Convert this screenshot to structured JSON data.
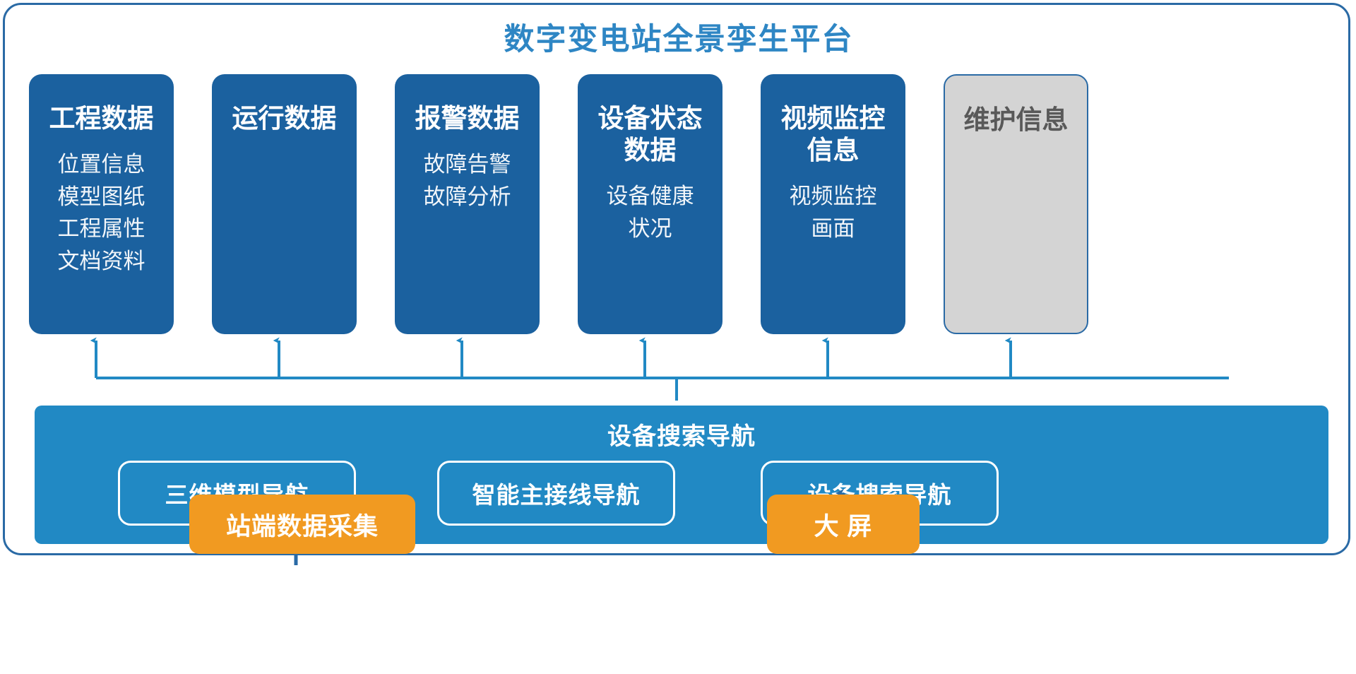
{
  "header": {
    "title": "数字变电站全景孪生平台",
    "title_color": "#2e86c4"
  },
  "colors": {
    "card_blue": "#1b619f",
    "nav_blue": "#2189c4",
    "orange": "#f19a21",
    "muted_gray": "#d4d4d4",
    "frame_border": "#2a6aa5",
    "connector_line": "#2189c4",
    "arrow_bottom": "#2a6aa5"
  },
  "cards": [
    {
      "id": "engineering-data",
      "title": "工程数据",
      "items": [
        "位置信息",
        "模型图纸",
        "工程属性",
        "文档资料"
      ],
      "state": "active"
    },
    {
      "id": "operation-data",
      "title": "运行数据",
      "items": [],
      "state": "active"
    },
    {
      "id": "alarm-data",
      "title": "报警数据",
      "items": [
        "故障告警",
        "故障分析"
      ],
      "state": "active"
    },
    {
      "id": "device-status-data",
      "title": "设备状态\n数据",
      "items": [
        "设备健康",
        "状况"
      ],
      "state": "active"
    },
    {
      "id": "video-monitor-info",
      "title": "视频监控\n信息",
      "items": [
        "视频监控",
        "画面"
      ],
      "state": "active"
    },
    {
      "id": "maintenance-info",
      "title": "维护信息",
      "items": [],
      "state": "muted"
    }
  ],
  "nav_band": {
    "title": "设备搜索导航",
    "buttons": [
      {
        "id": "model-3d-nav",
        "label": "三维模型导航"
      },
      {
        "id": "smart-wiring-nav",
        "label": "智能主接线导航"
      },
      {
        "id": "device-search-nav",
        "label": "设备搜索导航"
      }
    ]
  },
  "bottom": {
    "acquisition_label": "站端数据采集",
    "bigscreen_label": "大 屏"
  }
}
